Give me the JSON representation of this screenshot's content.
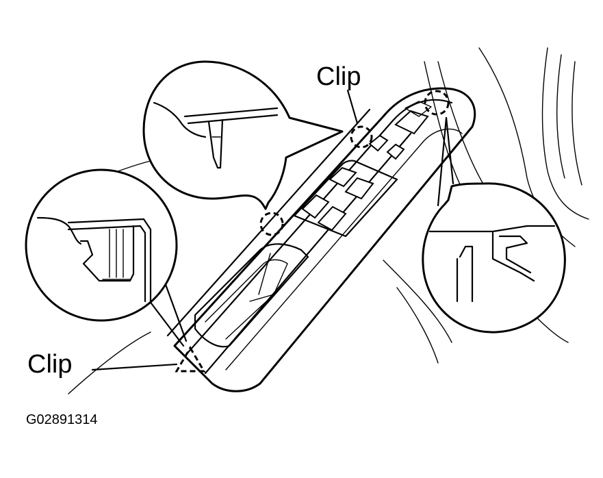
{
  "labels": {
    "clip_top": "Clip",
    "clip_bottom": "Clip",
    "figure_code": "G02891314"
  }
}
